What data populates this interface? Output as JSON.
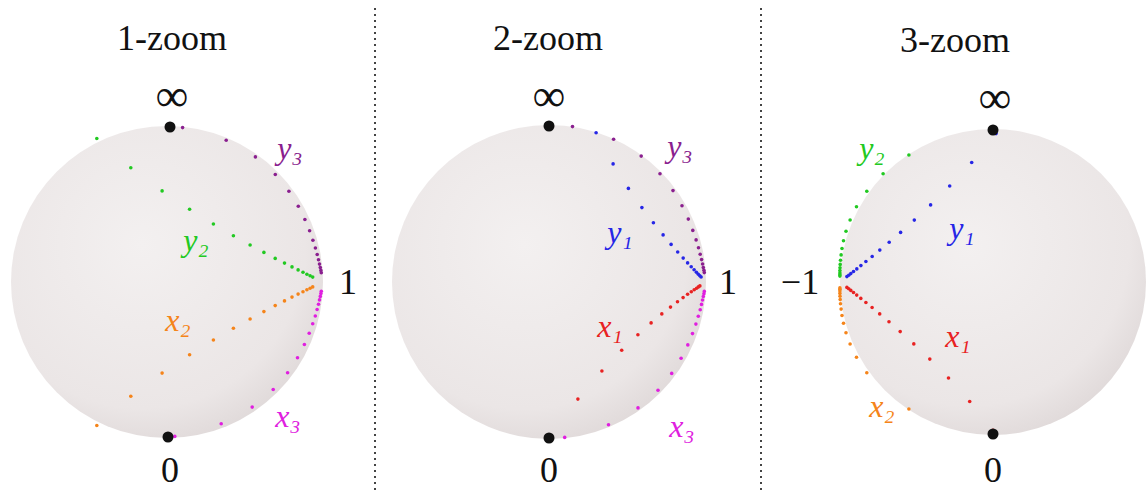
{
  "diagram": {
    "labels": [
      "1-zoom",
      "∞",
      "y₃",
      "y₂",
      "1",
      "x₂",
      "x₃",
      "0",
      "2-zoom",
      "∞",
      "y₃",
      "y₁",
      "1",
      "x₁",
      "x₃",
      "0",
      "3-zoom",
      "∞",
      "y₂",
      "y₁",
      "−1",
      "x₁",
      "x₂",
      "0"
    ]
  }
}
